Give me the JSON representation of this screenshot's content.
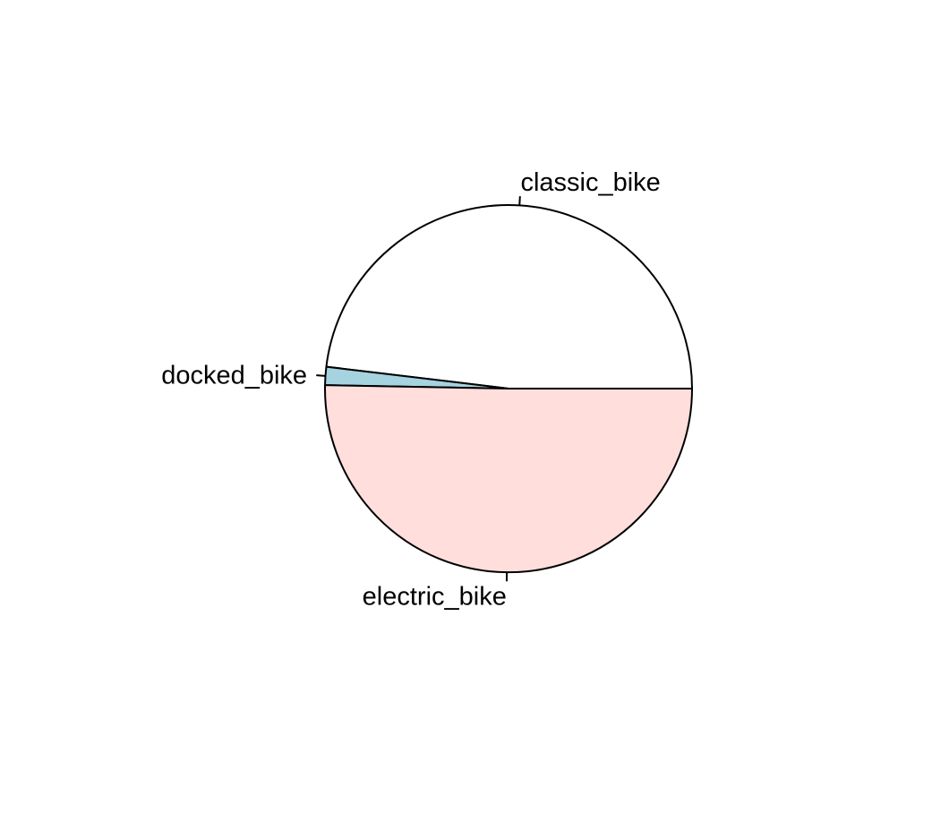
{
  "chart_data": {
    "type": "pie",
    "title": "",
    "start_angle_deg": 0,
    "direction": "counterclockwise",
    "slices": [
      {
        "label": "classic_bike",
        "value": 48.1,
        "color": "#ffffff"
      },
      {
        "label": "docked_bike",
        "value": 1.6,
        "color": "#a6d3e0"
      },
      {
        "label": "electric_bike",
        "value": 50.3,
        "color": "#ffdedc"
      }
    ],
    "outline_color": "#000000"
  }
}
